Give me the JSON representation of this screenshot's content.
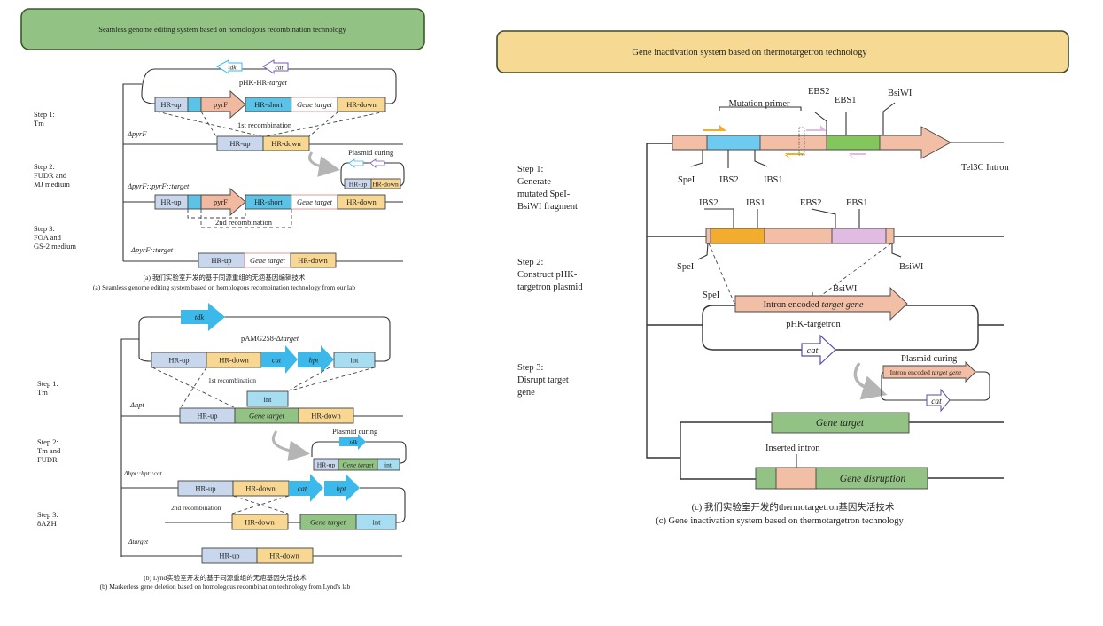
{
  "colors": {
    "panel_a_header": "#93c384",
    "panel_c_header": "#f6da94",
    "hr_up": "#c9d7ec",
    "hr_down": "#f7d792",
    "hr_short": "#5bc3e6",
    "pyrF": "#f1b9a0",
    "gene_target_green": "#93c384",
    "int": "#a6ddf0",
    "arrow_blue": "#3cb9ea",
    "intron_salmon": "#f2bfa6",
    "ibs_blue": "#6ccbef",
    "ebs_green": "#83c65c",
    "ibs_orange": "#f2ad2e",
    "ebs_pink": "#e0bde0",
    "cat_purple": "#5a4aa8"
  },
  "panel_a": {
    "header": "Seamless genome editing system based on homologous recombination technology",
    "plasmid_name_prefix": "pHK-HR-",
    "plasmid_name_italic": "target",
    "markers": [
      "tdk",
      "cat"
    ],
    "steps": [
      {
        "label": "Step 1:",
        "detail": [
          "Tm"
        ]
      },
      {
        "label": "Step 2:",
        "detail": [
          "FUDR and",
          "MJ medium"
        ]
      },
      {
        "label": "Step 3:",
        "detail": [
          "FOA and",
          "GS-2 medium"
        ]
      }
    ],
    "segments": {
      "hr_up": "HR-up",
      "pyrF": "pyrF",
      "hr_short": "HR-short",
      "gene_target": "Gene target",
      "hr_down": "HR-down"
    },
    "strains": [
      "ΔpyrF",
      "ΔpyrF::pyrF::target",
      "ΔpyrF::target"
    ],
    "recombination_1": "1st recombination",
    "recombination_2": "2nd recombination",
    "plasmid_curing": "Plasmid curing",
    "caption_cn": "(a) 我们实验室开发的基于同源重组的无疤基因编辑技术",
    "caption_en": "(a) Seamless genome editing system based on homologous recombination technology from our lab"
  },
  "panel_b": {
    "plasmid_name_prefix": "pAMG258-Δ",
    "plasmid_name_italic": "target",
    "markers": [
      "tdk",
      "cat",
      "hpt"
    ],
    "steps": [
      {
        "label": "Step 1:",
        "detail": [
          "Tm"
        ]
      },
      {
        "label": "Step 2:",
        "detail": [
          "Tm and",
          "FUDR"
        ]
      },
      {
        "label": "Step 3:",
        "detail": [
          "8AZH"
        ]
      }
    ],
    "segments": {
      "hr_up": "HR-up",
      "hr_down": "HR-down",
      "gene_target": "Gene target",
      "int": "int"
    },
    "strains": [
      "Δhpt",
      "Δhpt::hpt::cat",
      "Δtarget"
    ],
    "recombination_1": "1st recombination",
    "recombination_2": "2nd recombination",
    "plasmid_curing": "Plasmid curing",
    "caption_cn": "(b) Lynd实验室开发的基于同源重组的无疤基因失活技术",
    "caption_en": "(b) Markerless gene deletion based on homologous recombination technology from Lynd's lab"
  },
  "panel_c": {
    "header": "Gene inactivation system based on thermotargetron technology",
    "steps": [
      {
        "label": "Step 1:",
        "detail": [
          "Generate",
          "mutated SpeI-",
          "BsiWI fragment"
        ]
      },
      {
        "label": "Step 2:",
        "detail": [
          "Construct pHK-",
          "targetron plasmid"
        ]
      },
      {
        "label": "Step 3:",
        "detail": [
          "Disrupt target",
          "gene"
        ]
      }
    ],
    "sites": {
      "spei": "SpeI",
      "bsiwi": "BsiWI",
      "ibs1": "IBS1",
      "ibs2": "IBS2",
      "ebs1": "EBS1",
      "ebs2": "EBS2"
    },
    "mutation_primer": "Mutation primer",
    "intron_name": "Tel3C Intron",
    "intron_encoded_prefix": "Intron encoded ",
    "intron_encoded_italic": "target gene",
    "plasmid_name": "pHK-targetron",
    "marker": "cat",
    "plasmid_curing": "Plasmid curing",
    "gene_target": "Gene target",
    "inserted_intron": "Inserted intron",
    "gene_disruption": "Gene disruption",
    "caption_cn": "(c) 我们实验室开发的thermotargetron基因失活技术",
    "caption_en": "(c) Gene inactivation system based on thermotargetron technology"
  }
}
